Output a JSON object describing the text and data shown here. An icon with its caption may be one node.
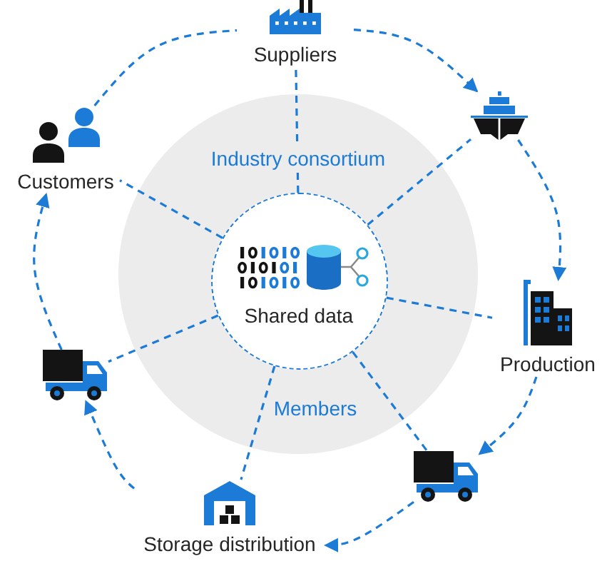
{
  "diagram": {
    "nodes": [
      {
        "text": [
          "Industry consortium",
          "Members"
        ]
      },
      {
        "text": [
          "Shared data"
        ],
        "in": 0
      },
      {
        "text": [
          "Suppliers"
        ]
      },
      {
        "text": [],
        "shape": "picture"
      },
      {
        "text": [
          "Production"
        ]
      },
      {
        "text": [],
        "shape": "picture"
      },
      {
        "text": [
          "Storage distribution"
        ]
      },
      {
        "text": [],
        "shape": "picture"
      },
      {
        "text": [
          "Customers"
        ]
      }
    ],
    "edges": [
      {
        "from": 2,
        "to": 3,
        "arrow": "to",
        "style": "dashed"
      },
      {
        "from": 3,
        "to": 4,
        "arrow": "to",
        "style": "dashed"
      },
      {
        "from": 4,
        "to": 5,
        "arrow": "to",
        "style": "dashed"
      },
      {
        "from": 5,
        "to": 6,
        "arrow": "to",
        "style": "dashed"
      },
      {
        "from": 6,
        "to": 7,
        "arrow": "to",
        "style": "dashed"
      },
      {
        "from": 7,
        "to": 8,
        "arrow": "to",
        "style": "dashed"
      },
      {
        "from": 8,
        "to": 2,
        "arrow": "none",
        "style": "dashed"
      },
      {
        "from": 1,
        "to": 2,
        "arrow": "none",
        "style": "dashed"
      },
      {
        "from": 1,
        "to": 3,
        "arrow": "none",
        "style": "dashed"
      },
      {
        "from": 1,
        "to": 4,
        "arrow": "none",
        "style": "dashed"
      },
      {
        "from": 1,
        "to": 5,
        "arrow": "none",
        "style": "dashed"
      },
      {
        "from": 1,
        "to": 6,
        "arrow": "none",
        "style": "dashed"
      },
      {
        "from": 1,
        "to": 7,
        "arrow": "none",
        "style": "dashed"
      },
      {
        "from": 1,
        "to": 8,
        "arrow": "none",
        "style": "dashed"
      }
    ]
  }
}
